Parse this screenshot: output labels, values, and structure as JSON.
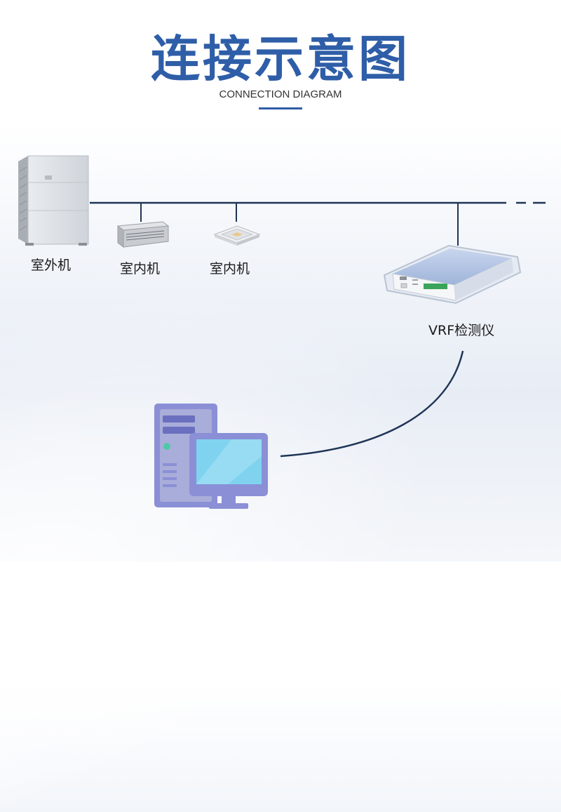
{
  "title": "连接示意图",
  "subtitle": "CONNECTION DIAGRAM",
  "nodes": {
    "outdoor_unit": {
      "label": "室外机",
      "icon": "outdoor-ac-unit-icon"
    },
    "indoor_unit_1": {
      "label": "室内机",
      "icon": "duct-indoor-unit-icon"
    },
    "indoor_unit_2": {
      "label": "室内机",
      "icon": "cassette-indoor-unit-icon"
    },
    "vrf_tester": {
      "label": "VRF检测仪",
      "icon": "vrf-tester-device-icon"
    },
    "computer": {
      "icon": "desktop-computer-icon"
    }
  },
  "colors": {
    "accent": "#2f5ea8",
    "line": "#1f3556",
    "computer": "#8a8fd6"
  }
}
